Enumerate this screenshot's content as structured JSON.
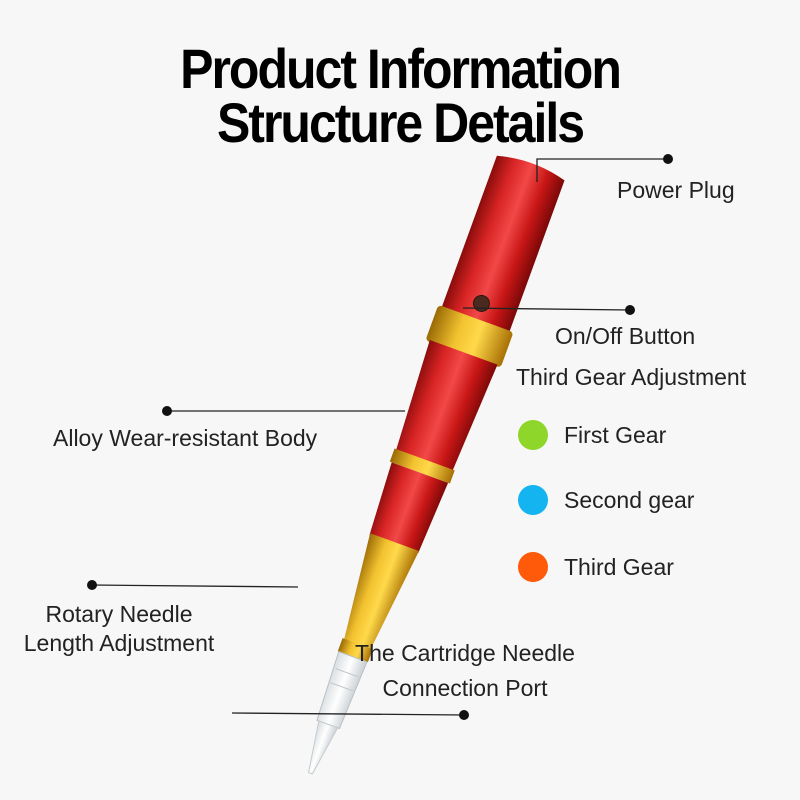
{
  "header": {
    "line1": "Product Information",
    "line2": "Structure Details"
  },
  "callouts": {
    "power_plug": "Power Plug",
    "on_off": "On/Off Button",
    "gear_adjust": "Third Gear Adjustment",
    "body": "Alloy Wear-resistant Body",
    "rotary_line1": "Rotary Needle",
    "rotary_line2": "Length Adjustment",
    "cartridge_line1": "The Cartridge Needle",
    "cartridge_line2": "Connection Port"
  },
  "gears": [
    {
      "label": "First Gear",
      "color": "#8fd62a"
    },
    {
      "label": "Second gear",
      "color": "#13b4f0"
    },
    {
      "label": "Third Gear",
      "color": "#ff5a0a"
    }
  ],
  "colors": {
    "pen_red": "#d41a1a",
    "pen_gold": "#e0a10a",
    "line": "#222222"
  }
}
